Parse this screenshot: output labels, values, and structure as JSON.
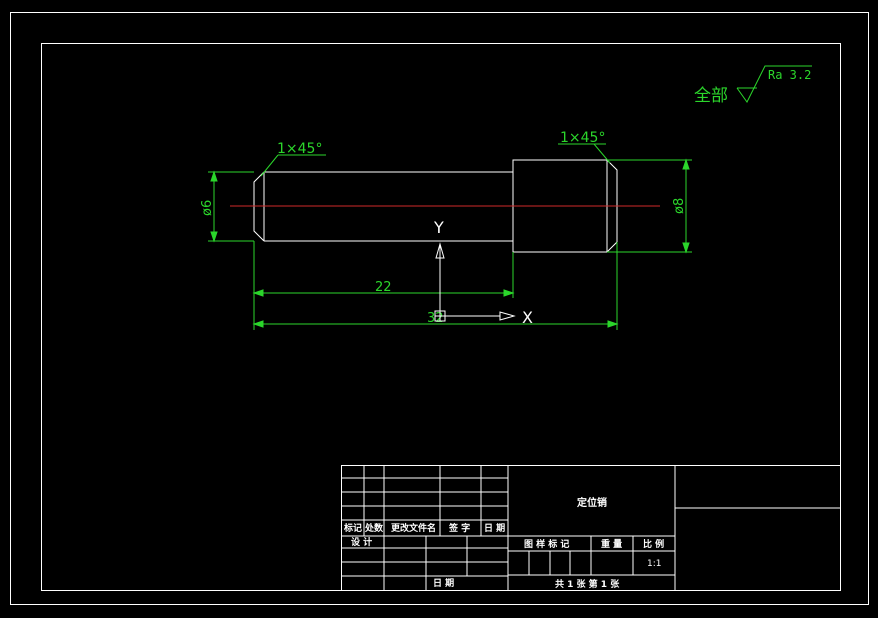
{
  "surface_finish": {
    "prefix": "全部",
    "value": "Ra 3.2"
  },
  "chamfers": {
    "left": "1×45°",
    "right": "1×45°"
  },
  "dimensions": {
    "diameter_left": "ø6",
    "diameter_right": "ø8",
    "length_short": "22",
    "length_total": "32"
  },
  "axes": {
    "x_label": "X",
    "y_label": "Y"
  },
  "title_block": {
    "part_name": "定位销",
    "header_labels": [
      "标记",
      "处数",
      "更改文件名",
      "签 字",
      "日 期"
    ],
    "design_label": "设 计",
    "date_label": "日 期",
    "drawing_mark_label": "图 样 标 记",
    "weight_label": "重 量",
    "scale_label": "比 例",
    "scale_value": "1:1",
    "sheet_info": "共 1 张 第 1 张"
  },
  "colors": {
    "background": "#000000",
    "geometry": "#ffffff",
    "dimension": "#2bd62b",
    "centerline": "#d12a2a"
  }
}
